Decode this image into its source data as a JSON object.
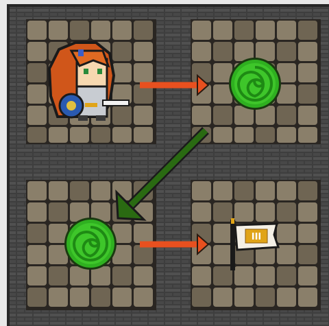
{
  "colors": {
    "page_background": "#e8e8e8",
    "frame": "#1f1f1f",
    "wall": "#3a3a3a",
    "floor_tile": "#8a7f6a",
    "floor_tile_dark": "#6f6553",
    "grout": "#2a2622",
    "arrow_orange": "#e8501f",
    "arrow_green": "#2a6a12",
    "portal_green": "#3ec62a",
    "portal_dark": "#1e8a14",
    "hero_hair": "#d0561a",
    "flag_cloth": "#f4f0e6",
    "flag_emblem": "#e0a418"
  },
  "rooms": [
    {
      "id": "top-left",
      "contents": [
        "hero",
        "arrow-right"
      ]
    },
    {
      "id": "top-right",
      "contents": [
        "portal-entry",
        "arrow-down-left"
      ]
    },
    {
      "id": "bottom-left",
      "contents": [
        "portal-exit",
        "arrow-right"
      ]
    },
    {
      "id": "bottom-right",
      "contents": [
        "goal-flag"
      ]
    }
  ],
  "sprites": {
    "hero": {
      "icon": "hero-knight-icon"
    },
    "portal_entry": {
      "icon": "green-swirl-portal-icon"
    },
    "portal_exit": {
      "icon": "green-swirl-portal-icon"
    },
    "goal": {
      "icon": "flag-icon",
      "emblem": "III"
    }
  },
  "arrows": [
    {
      "from": "hero",
      "to": "portal_entry",
      "color": "orange"
    },
    {
      "from": "portal_entry",
      "to": "portal_exit",
      "color": "green"
    },
    {
      "from": "portal_exit",
      "to": "goal",
      "color": "orange"
    }
  ]
}
